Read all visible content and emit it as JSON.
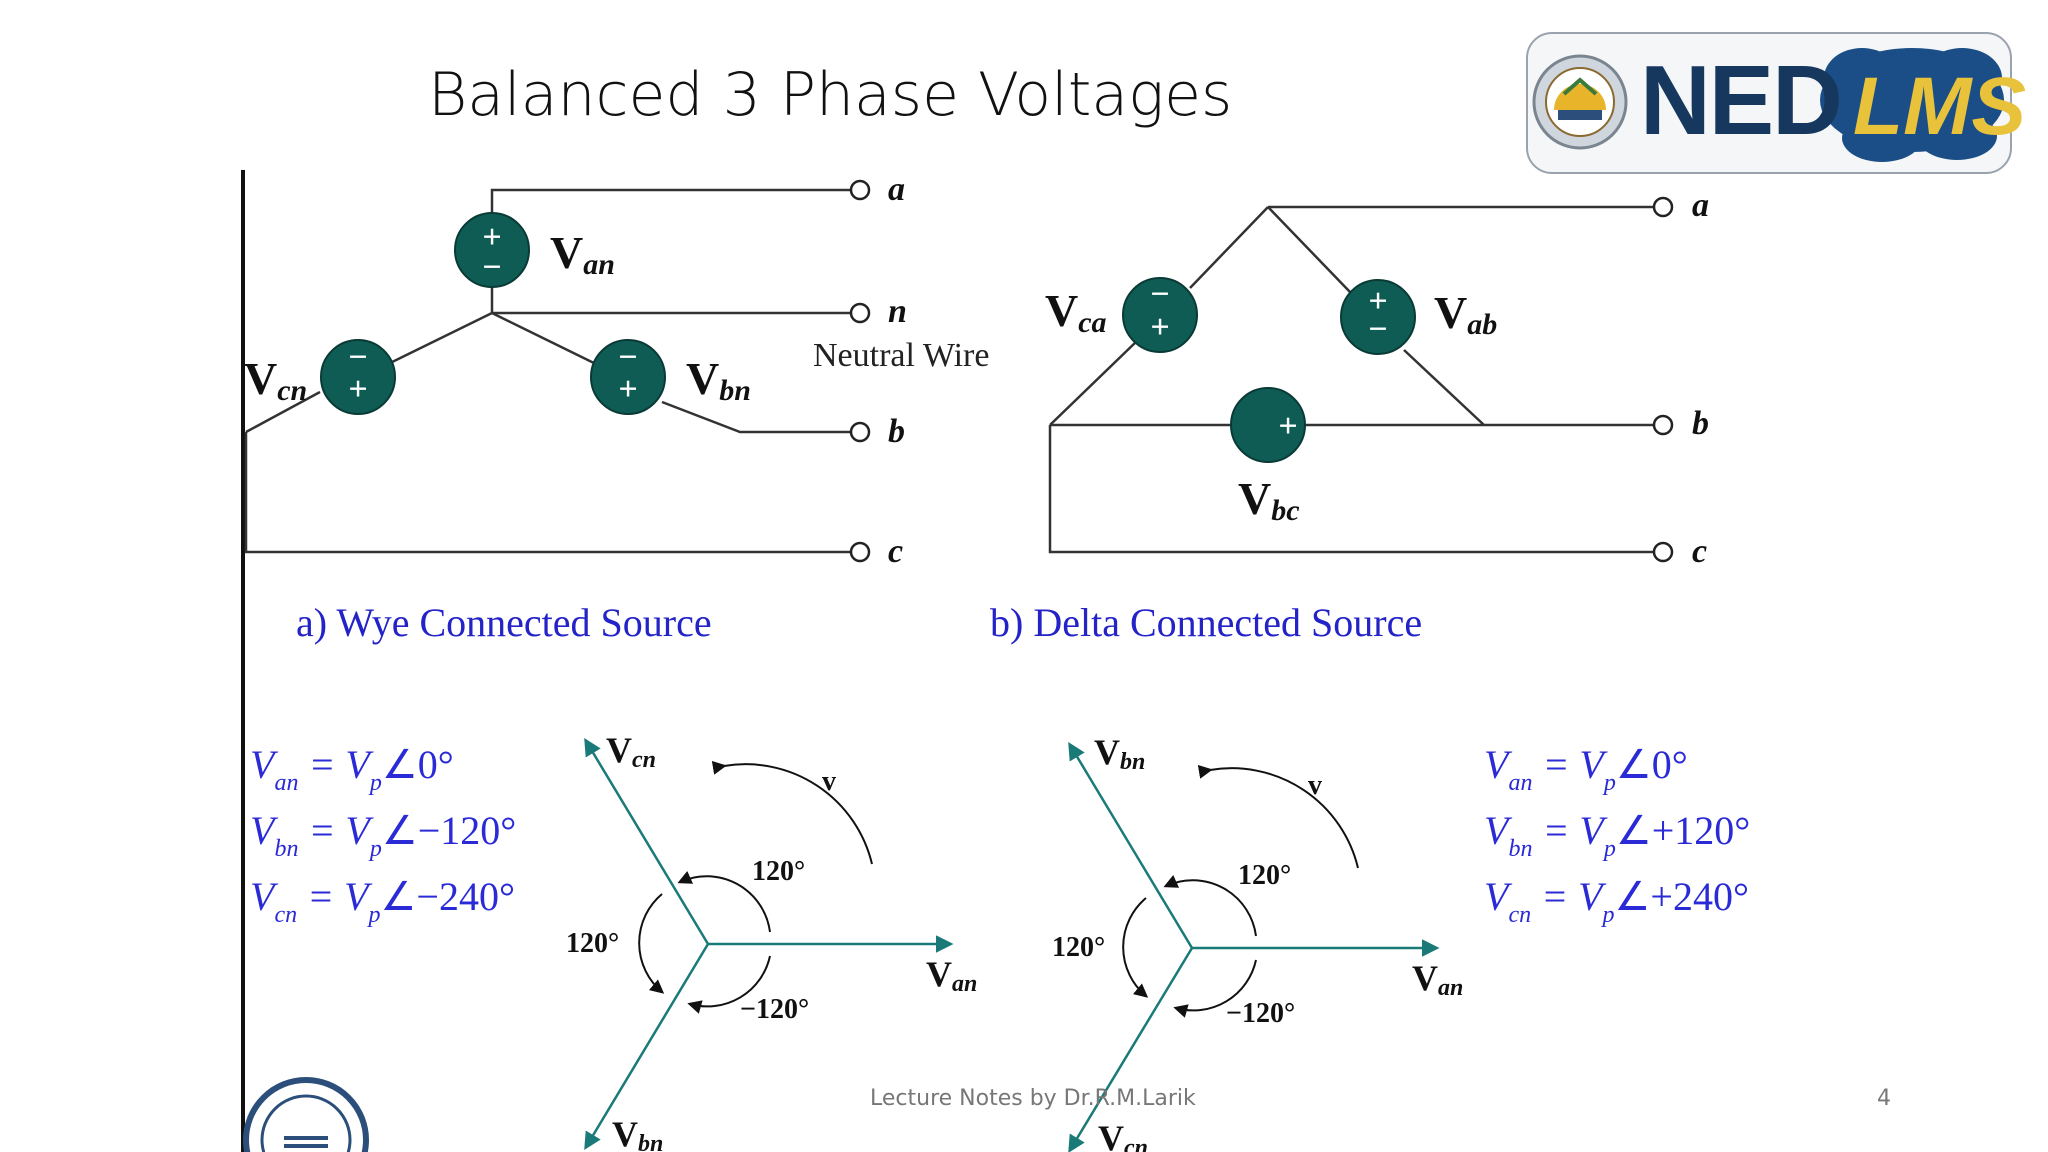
{
  "slide": {
    "title": "Balanced 3 Phase Voltages",
    "footer": "Lecture Notes by Dr.R.M.Larik",
    "page_number": "4"
  },
  "logo": {
    "ned": "NED",
    "lms": "LMS"
  },
  "wye": {
    "caption": "a) Wye Connected Source",
    "terminals": [
      "a",
      "n",
      "b",
      "c"
    ],
    "neutral_label": "Neutral Wire",
    "sources": [
      "V",
      "an",
      "bn",
      "cn"
    ],
    "equations": [
      {
        "lhs": "V",
        "sub": "an",
        "rhs": "= V",
        "rsub": "p",
        "angle": "∠0°"
      },
      {
        "lhs": "V",
        "sub": "bn",
        "rhs": "= V",
        "rsub": "p",
        "angle": "∠−120°"
      },
      {
        "lhs": "V",
        "sub": "cn",
        "rhs": "= V",
        "rsub": "p",
        "angle": "∠−240°"
      }
    ],
    "phasor": {
      "rotation": "v",
      "angles": [
        "120°",
        "120°",
        "−120°"
      ]
    }
  },
  "delta": {
    "caption": "b) Delta Connected Source",
    "terminals": [
      "a",
      "b",
      "c"
    ],
    "sources": [
      "ca",
      "ab",
      "bc"
    ],
    "equations": [
      {
        "lhs": "V",
        "sub": "an",
        "rhs": "= V",
        "rsub": "p",
        "angle": "∠0°"
      },
      {
        "lhs": "V",
        "sub": "bn",
        "rhs": "= V",
        "rsub": "p",
        "angle": "∠+120°"
      },
      {
        "lhs": "V",
        "sub": "cn",
        "rhs": "= V",
        "rsub": "p",
        "angle": "∠+240°"
      }
    ],
    "phasor": {
      "rotation": "v",
      "angles": [
        "120°",
        "120°",
        "−120°"
      ]
    }
  },
  "colors": {
    "source_fill": "#0f5c55",
    "caption": "#2323c8",
    "equation": "#2a2ad6",
    "phasor": "#1a7a78"
  }
}
